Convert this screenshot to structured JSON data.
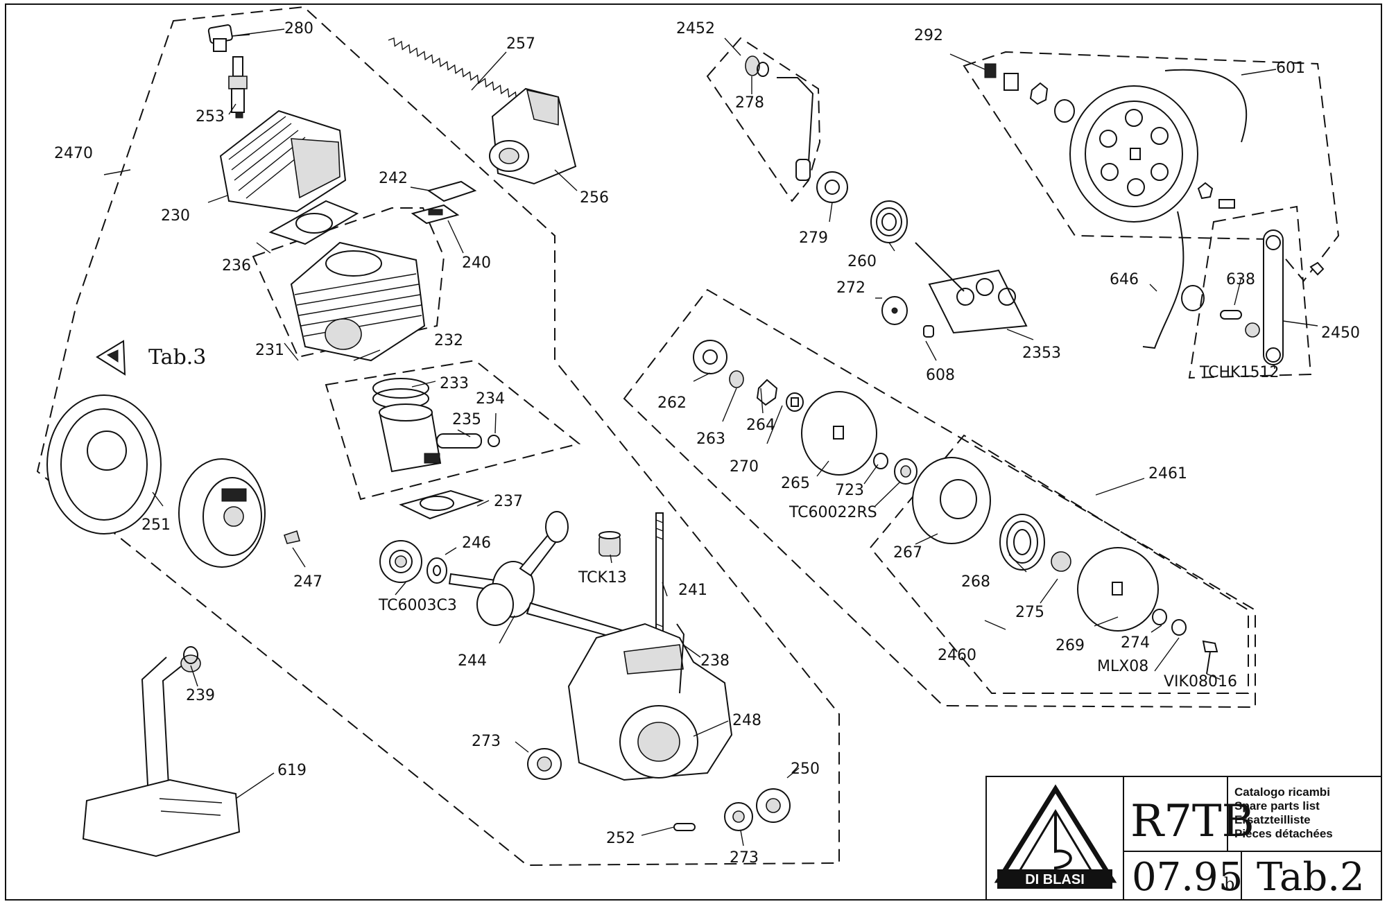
{
  "title_block": {
    "brand": "DI BLASI",
    "model": "R7TB",
    "catalog_lines": [
      "Catalogo ricambi",
      "Spare parts list",
      "Ersatzteilliste",
      "Pièces détachées"
    ],
    "date": "07.95",
    "date_suffix": "b",
    "table": "Tab.2"
  },
  "reference": "Tab.3",
  "callouts": {
    "c280": "280",
    "c257": "257",
    "c2452": "2452",
    "c292": "292",
    "c601": "601",
    "c253": "253",
    "c278": "278",
    "c2470": "2470",
    "c242": "242",
    "c230": "230",
    "c256": "256",
    "c279": "279",
    "c236": "236",
    "c240": "240",
    "c260": "260",
    "c646": "646",
    "c638": "638",
    "c272": "272",
    "c231": "231",
    "c232": "232",
    "c2353": "2353",
    "c2450": "2450",
    "c608": "608",
    "c233": "233",
    "c234": "234",
    "c262": "262",
    "c235": "235",
    "c264": "264",
    "c263": "263",
    "c270": "270",
    "c2461": "2461",
    "c251": "251",
    "c265": "265",
    "c723": "723",
    "cTC60022RS": "TC60022RS",
    "c237": "237",
    "c246": "246",
    "c267": "267",
    "c247": "247",
    "cTCK13": "TCK13",
    "c241": "241",
    "c268": "268",
    "cTC6003C3": "TC6003C3",
    "c275": "275",
    "c244": "244",
    "c238": "238",
    "c274": "274",
    "c269": "269",
    "c2460": "2460",
    "cMLX08": "MLX08",
    "c239": "239",
    "cVIK08016": "VIK08016",
    "c248": "248",
    "c273a": "273",
    "c250": "250",
    "c619": "619",
    "c252": "252",
    "c273b": "273",
    "cTCHK1512": "TCHK1512"
  }
}
